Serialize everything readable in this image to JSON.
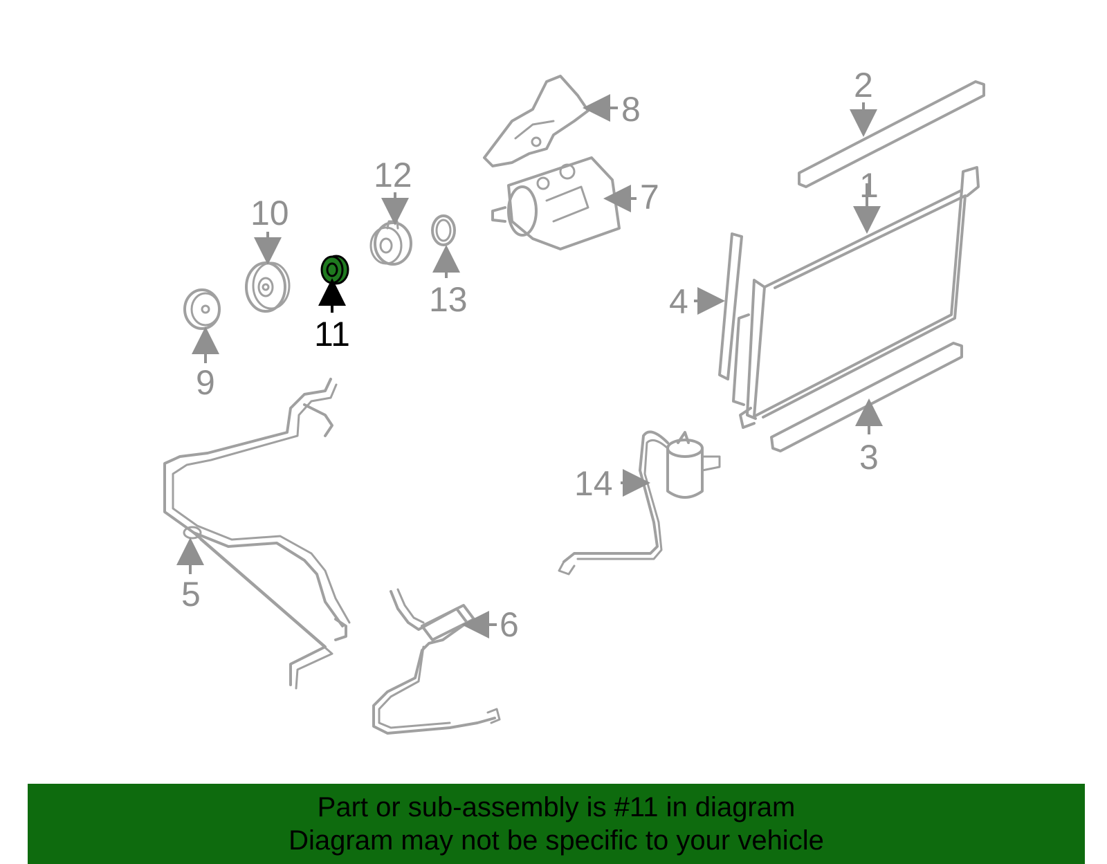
{
  "colors": {
    "part_stroke": "#a0a0a0",
    "label": "#909090",
    "highlight_label": "#000000",
    "highlight_fill": "#1f7a1f",
    "banner_bg": "#0e6b0e"
  },
  "labels": {
    "l1": "1",
    "l2": "2",
    "l3": "3",
    "l4": "4",
    "l5": "5",
    "l6": "6",
    "l7": "7",
    "l8": "8",
    "l9": "9",
    "l10": "10",
    "l11": "11",
    "l12": "12",
    "l13": "13",
    "l14": "14"
  },
  "highlighted_part": "11",
  "footer": {
    "line1": "Part or sub-assembly is #11 in diagram",
    "line2": "Diagram may not be specific to your vehicle"
  }
}
